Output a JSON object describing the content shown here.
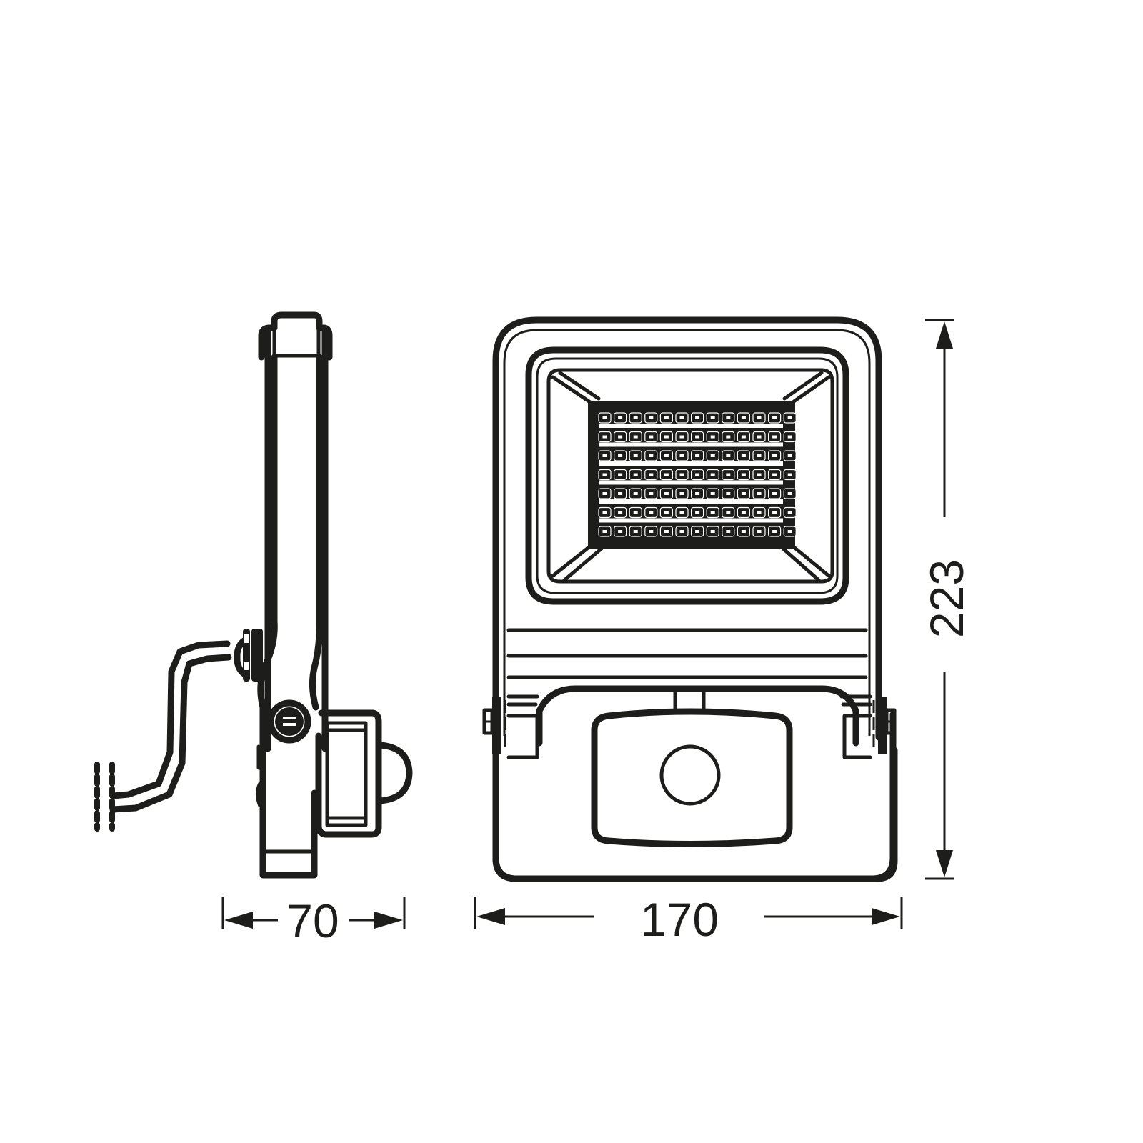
{
  "drawing": {
    "subject": "LED floodlight with motion sensor",
    "views": [
      "side-view",
      "front-view"
    ],
    "line_color": "#1d1d1b",
    "background": "#ffffff"
  },
  "dimensions": {
    "depth": {
      "value": "70",
      "label": "70",
      "orientation": "horizontal"
    },
    "width": {
      "value": "170",
      "label": "170",
      "orientation": "horizontal"
    },
    "height": {
      "value": "223",
      "label": "223",
      "orientation": "vertical"
    }
  },
  "front_view": {
    "led_grid": {
      "columns": 13,
      "rows": 7
    },
    "sensor_window": "circular PIR lens"
  }
}
